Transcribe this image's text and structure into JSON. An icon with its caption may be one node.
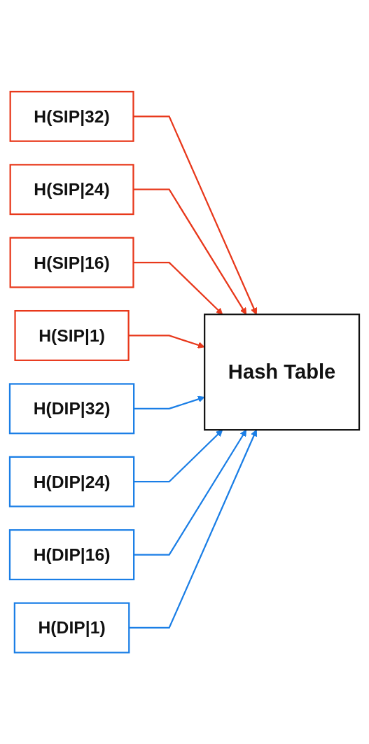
{
  "diagram": {
    "nodes": [
      {
        "text": [
          "H(SIP|32)"
        ]
      },
      {
        "text": [
          "H(SIP|24)"
        ]
      },
      {
        "text": [
          "H(SIP|16)"
        ]
      },
      {
        "text": [
          "H(SIP|1)"
        ]
      },
      {
        "text": [
          "H(DIP|32)"
        ]
      },
      {
        "text": [
          "H(DIP|24)"
        ]
      },
      {
        "text": [
          "H(DIP|16)"
        ]
      },
      {
        "text": [
          "H(DIP|1)"
        ]
      },
      {
        "text": [
          "Hash Table"
        ]
      }
    ],
    "edges": [
      {
        "from": 0,
        "to": 8,
        "arrow": "to",
        "color": "#e8381b"
      },
      {
        "from": 1,
        "to": 8,
        "arrow": "to",
        "color": "#e8381b"
      },
      {
        "from": 2,
        "to": 8,
        "arrow": "to",
        "color": "#e8381b"
      },
      {
        "from": 3,
        "to": 8,
        "arrow": "to",
        "color": "#e8381b"
      },
      {
        "from": 4,
        "to": 8,
        "arrow": "to",
        "color": "#1a7ee6"
      },
      {
        "from": 5,
        "to": 8,
        "arrow": "to",
        "color": "#1a7ee6"
      },
      {
        "from": 6,
        "to": 8,
        "arrow": "to",
        "color": "#1a7ee6"
      },
      {
        "from": 7,
        "to": 8,
        "arrow": "to",
        "color": "#1a7ee6"
      }
    ]
  }
}
